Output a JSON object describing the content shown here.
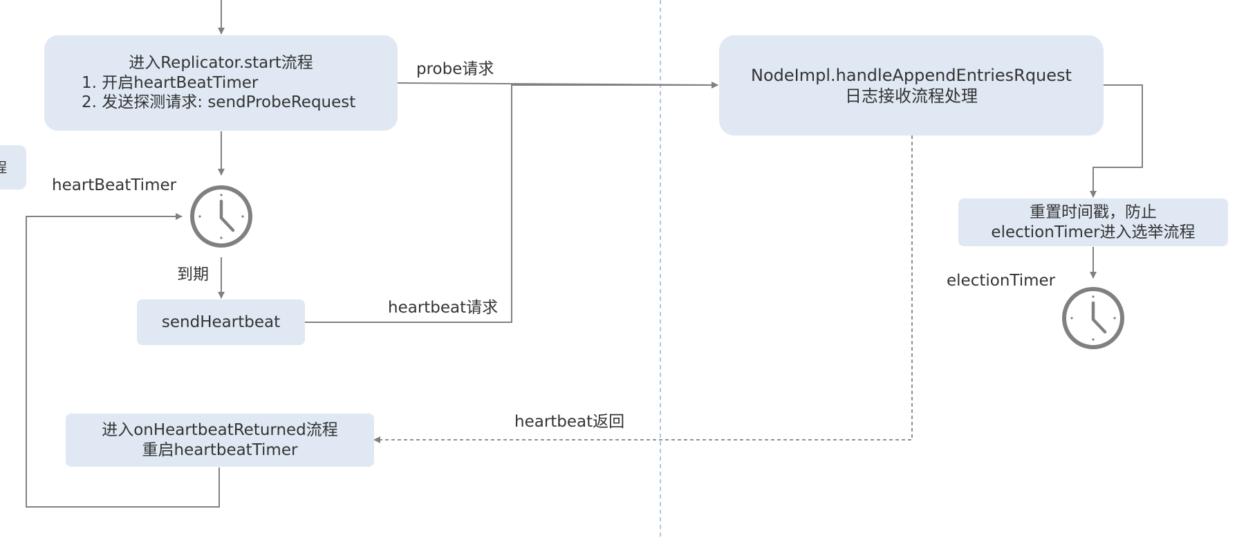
{
  "colors": {
    "box_fill": "#dfe8f3",
    "text": "#333333",
    "arrow": "#808080",
    "divider": "#8fb1d8"
  },
  "boxes": {
    "replicator_start": {
      "title": "进入Replicator.start流程",
      "step1": "1. 开启heartBeatTimer",
      "step2": "2. 发送探测请求: sendProbeRequest"
    },
    "send_heartbeat": {
      "label": "sendHeartbeat"
    },
    "on_heartbeat_returned": {
      "line1": "进入onHeartbeatReturned流程",
      "line2": "重启heartbeatTimer"
    },
    "node_handle": {
      "line1": "NodeImpl.handleAppendEntriesRquest",
      "line2": "日志接收流程处理"
    },
    "reset_timestamp": {
      "line1": "重置时间戳，防止",
      "line2": "electionTimer进入选举流程"
    },
    "partial_left": {
      "text": "程"
    }
  },
  "labels": {
    "probe_request": "probe请求",
    "heartbeat_request": "heartbeat请求",
    "heartbeat_return": "heartbeat返回",
    "heartbeat_timer": "heartBeatTimer",
    "expire": "到期",
    "election_timer": "electionTimer"
  },
  "icons": {
    "heartbeat_timer_icon": "clock-icon",
    "election_timer_icon": "clock-icon"
  }
}
